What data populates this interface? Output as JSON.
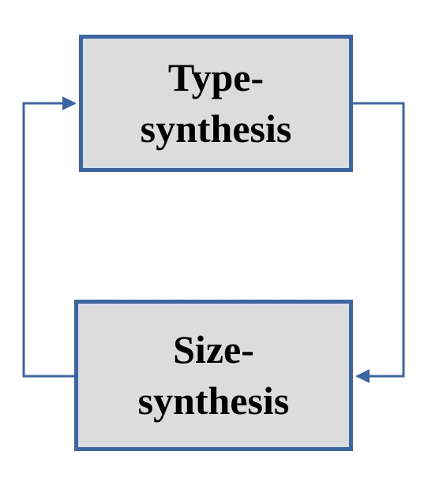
{
  "diagram": {
    "type_box": {
      "line1": "Type-",
      "line2": "synthesis"
    },
    "size_box": {
      "line1": "Size-",
      "line2": "synthesis"
    },
    "colors": {
      "border": "#3a66a6",
      "fill": "#dcdcdc",
      "arrow": "#3a66a6",
      "text": "#000000"
    }
  }
}
